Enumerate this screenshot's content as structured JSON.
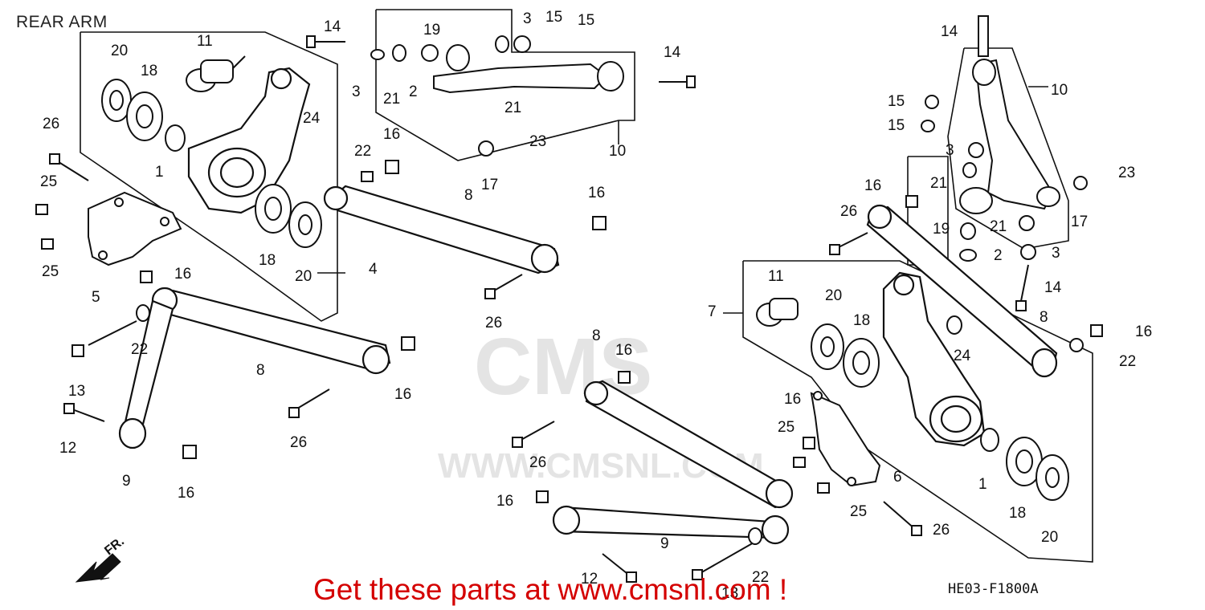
{
  "title": "REAR ARM",
  "watermark": {
    "logo": "CMS",
    "site": "WWW.CMSNL.COM"
  },
  "call_to_action": "Get these parts at www.cmsnl.com !",
  "diagram_code": "HE03-F1800A",
  "direction_label": "FR.",
  "callouts": {
    "l_14": "14",
    "l_11": "11",
    "l_20": "20",
    "l_18": "18",
    "l_24": "24",
    "l_26": "26",
    "l_25a": "25",
    "l_25b": "25",
    "l_1": "1",
    "l_5": "5",
    "l_16": "16",
    "l_3": "3",
    "l_21": "21",
    "l_19": "19",
    "l_2": "2",
    "l_15": "15",
    "l_15b": "15",
    "l_3b": "3",
    "l_14b": "14",
    "l_21b": "21",
    "l_10": "10",
    "l_23": "23",
    "l_22": "22",
    "l_16b": "16",
    "l_17": "17",
    "l_8": "8",
    "l_16c": "16",
    "l_18b": "18",
    "l_20b": "20",
    "l_4": "4",
    "l_26b": "26",
    "l_22b": "22",
    "l_8b": "8",
    "l_16d": "16",
    "l_13": "13",
    "l_12": "12",
    "l_26c": "26",
    "l_9": "9",
    "l_16e": "16",
    "r_14": "14",
    "r_10": "10",
    "r_15": "15",
    "r_15b": "15",
    "r_3": "3",
    "r_21": "21",
    "r_23": "23",
    "r_16": "16",
    "r_26": "26",
    "r_17": "17",
    "r_21b": "21",
    "r_19": "19",
    "r_2": "2",
    "r_3b": "3",
    "r_14b": "14",
    "r_11": "11",
    "r_20": "20",
    "r_7": "7",
    "r_18": "18",
    "r_8": "8",
    "r_16b": "16",
    "r_24": "24",
    "r_22": "22",
    "c_8": "8",
    "c_16": "16",
    "c_16b": "16",
    "c_26": "26",
    "c_25": "25",
    "c_6": "6",
    "c_25b": "25",
    "c_1": "1",
    "c_16c": "16",
    "c_26b": "26",
    "c_18": "18",
    "c_9": "9",
    "c_20": "20",
    "c_12": "12",
    "c_13": "13",
    "c_22": "22"
  }
}
